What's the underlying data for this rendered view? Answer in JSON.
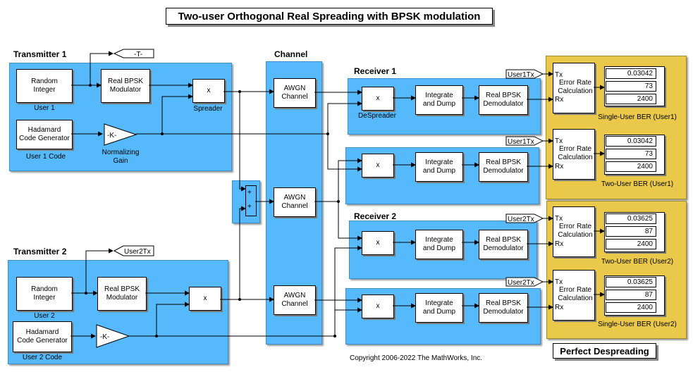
{
  "title": "Two-user Orthogonal Real Spreading with BPSK modulation",
  "footer_title": "Perfect Despreading",
  "copyright": "Copyright 2006-2022 The MathWorks, Inc.",
  "tx1": {
    "title": "Transmitter 1",
    "goto_tag": "-T-",
    "random_integer": "Random\nInteger",
    "random_label": "User 1",
    "modulator": "Real BPSK\nModulator",
    "mult": "x",
    "spreader_label": "Spreader",
    "hadamard": "Hadamard\nCode Generator",
    "hadamard_label": "User 1 Code",
    "gain": "-K-",
    "gain_label": "Normalizing\nGain"
  },
  "tx2": {
    "title": "Transmitter 2",
    "goto_tag": "User2Tx",
    "random_integer": "Random\nInteger",
    "random_label": "User 2",
    "modulator": "Real BPSK\nModulator",
    "mult": "x",
    "hadamard": "Hadamard\nCode Generator",
    "hadamard_label": "User 2 Code",
    "gain": "-K-"
  },
  "channel": {
    "title": "Channel",
    "awgn1": "AWGN\nChannel",
    "awgn2": "AWGN\nChannel",
    "awgn3": "AWGN\nChannel",
    "sum_plus1": "+",
    "sum_plus2": "+"
  },
  "rx1": {
    "title": "Receiver 1",
    "from_tag": "User1Tx",
    "mult": "x",
    "despreader_label": "DeSpreader",
    "integrate": "Integrate\nand Dump",
    "demod": "Real BPSK\nDemodulator"
  },
  "rx1b": {
    "from_tag": "User1Tx",
    "mult": "x",
    "integrate": "Integrate\nand Dump",
    "demod": "Real BPSK\nDemodulator"
  },
  "rx2": {
    "title": "Receiver 2",
    "from_tag": "User2Tx",
    "mult": "x",
    "integrate": "Integrate\nand Dump",
    "demod": "Real BPSK\nDemodulator"
  },
  "rx2b": {
    "from_tag": "User2Tx",
    "mult": "x",
    "integrate": "Integrate\nand Dump",
    "demod": "Real BPSK\nDemodulator"
  },
  "error_calc": {
    "name": "Error Rate\nCalculation",
    "tx_port": "Tx",
    "rx_port": "Rx"
  },
  "displays": [
    {
      "label": "Single-User BER (User1)",
      "values": [
        "0.03042",
        "73",
        "2400"
      ]
    },
    {
      "label": "Two-User BER  (User1)",
      "values": [
        "0.03042",
        "73",
        "2400"
      ]
    },
    {
      "label": "Two-User BER (User2)",
      "values": [
        "0.03625",
        "87",
        "2400"
      ]
    },
    {
      "label": "Single-User BER (User2)",
      "values": [
        "0.03625",
        "87",
        "2400"
      ]
    }
  ],
  "colors": {
    "subsystem": "#55b9fb",
    "scope_panel": "#e9c84a"
  }
}
